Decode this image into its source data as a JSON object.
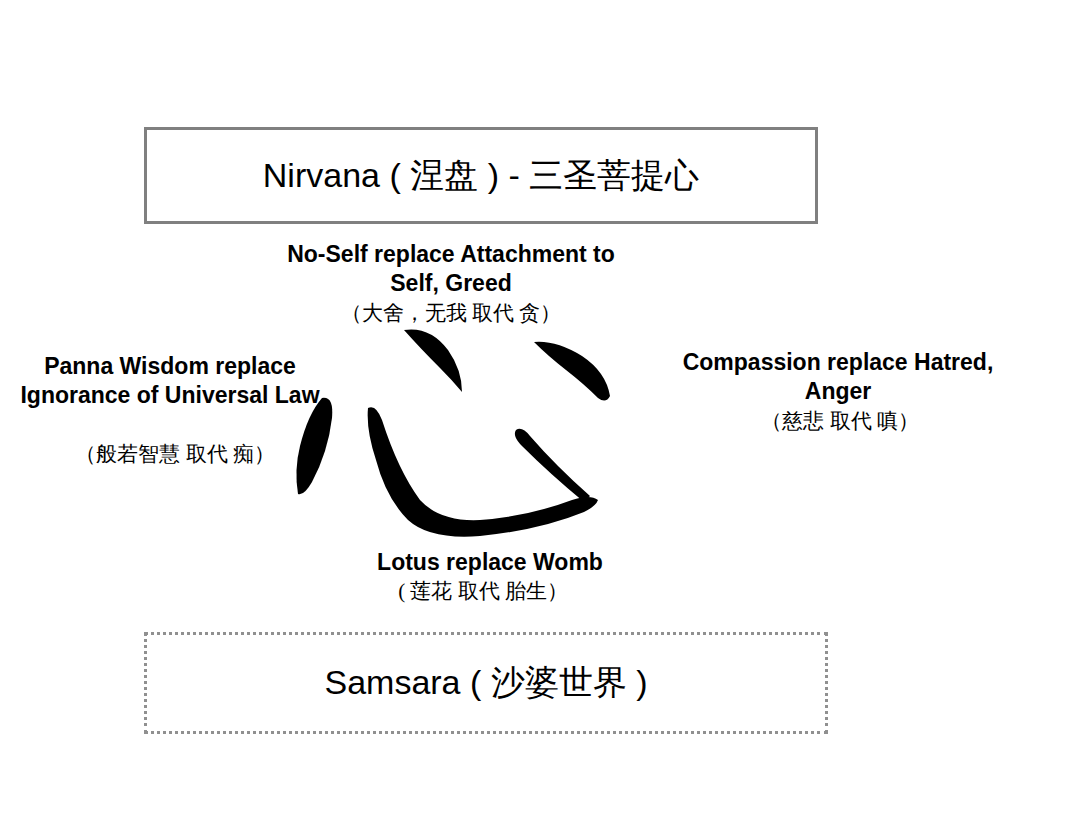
{
  "diagram": {
    "nodes": [
      {
        "text": [
          "Nirvana ( 涅盘 ) - 三圣菩提心"
        ]
      },
      {
        "text": [
          "Samsara ( 沙婆世界 )"
        ]
      }
    ],
    "labels": [
      "No-Self replace Attachment to Self, Greed",
      "（大舍，无我 取代 贪）",
      "Panna Wisdom replace Ignorance of Universal Law",
      "（般若智慧 取代 痴）",
      "Compassion replace Hatred, Anger",
      "（慈悲 取代 嗔）",
      "Lotus replace Womb",
      "( 莲花 取代 胎生）"
    ]
  }
}
